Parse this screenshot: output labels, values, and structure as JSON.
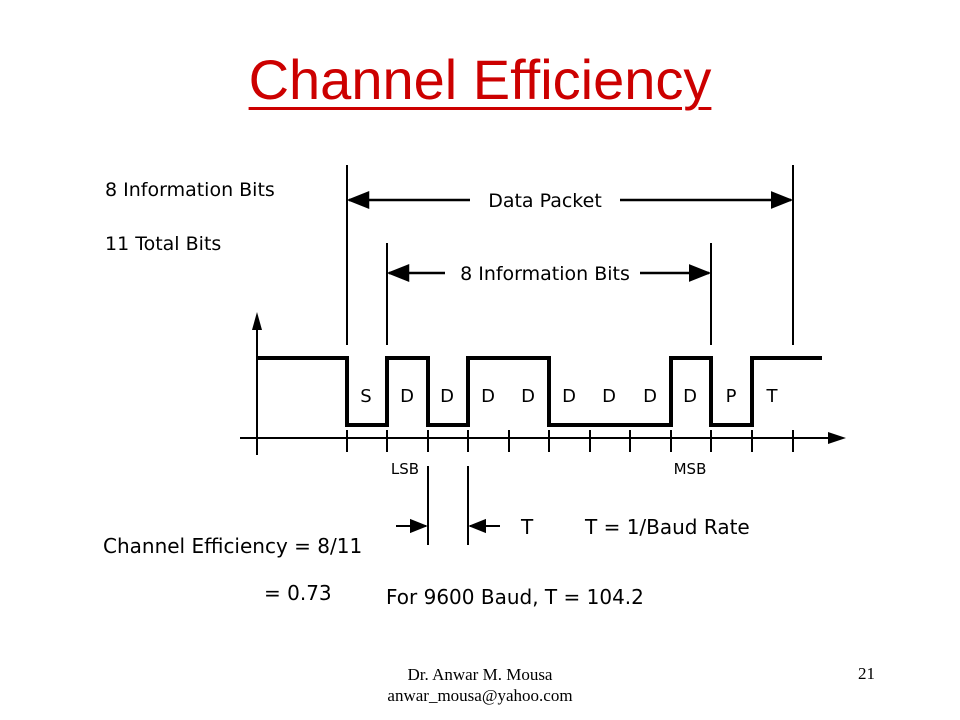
{
  "slide": {
    "title": "Channel Efficiency",
    "title_color": "#cc0000"
  },
  "diagram": {
    "info_bits_note": "8 Information Bits",
    "total_bits_note": "11 Total Bits",
    "data_packet_label": "Data Packet",
    "info_bits_label": "8 Information Bits",
    "bit_labels": [
      "S",
      "D",
      "D",
      "D",
      "D",
      "D",
      "D",
      "D",
      "D",
      "P",
      "T"
    ],
    "lsb_label": "LSB",
    "msb_label": "MSB",
    "period_label": "T",
    "period_formula": "T = 1/Baud Rate",
    "efficiency_line1": "Channel Efficiency = 8/11",
    "efficiency_line2": "= 0.73",
    "baud_example": "For 9600 Baud, T = 104.2"
  },
  "footer": {
    "author": "Dr. Anwar M. Mousa",
    "email": "anwar_mousa@yahoo.com",
    "page_number": "21"
  }
}
